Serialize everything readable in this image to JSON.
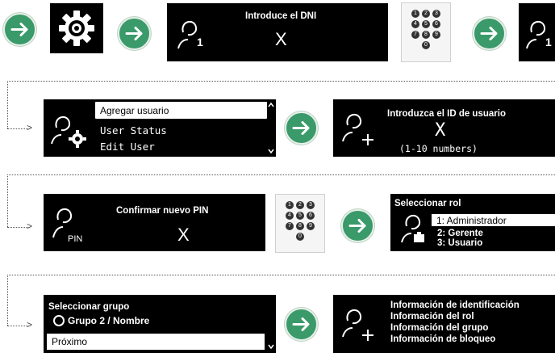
{
  "row1": {
    "screen_title": "Introduce el DNI",
    "value": "X",
    "user_number": "1",
    "user_number_2": "1"
  },
  "row2": {
    "menu": [
      "Agregar usuario",
      "User Status",
      "Edit User"
    ],
    "screen_title": "Introduzca el ID de usuario",
    "value": "X",
    "hint": "(1-10 numbers)"
  },
  "row3": {
    "screen_title": "Confirmar nuevo PIN",
    "value": "X",
    "pin_label": "PIN",
    "role_title": "Seleccionar rol",
    "roles": [
      "1: Administrador",
      "2: Gerente",
      "3: Usuario"
    ]
  },
  "row4": {
    "group_title": "Seleccionar grupo",
    "group_option": "Grupo 2 / Nombre",
    "next_label": "Próximo",
    "summary": [
      "Información de identificación",
      "Información del rol",
      "Información del grupo",
      "Información de bloqueo"
    ]
  },
  "keypad_keys": [
    "1",
    "2",
    "3",
    "4",
    "5",
    "6",
    "7",
    "8",
    "9",
    "0"
  ],
  "colors": {
    "arrow_green": "#3a9a6a",
    "screen_bg": "#000000",
    "dotted": "#555555"
  },
  "icons": [
    "arrow-right-icon",
    "gear-icon",
    "user-icon",
    "user-add-icon",
    "user-settings-icon",
    "user-pin-icon",
    "user-badge-icon",
    "radio-icon",
    "scroll-up-icon",
    "scroll-down-icon",
    "keypad-icon"
  ]
}
